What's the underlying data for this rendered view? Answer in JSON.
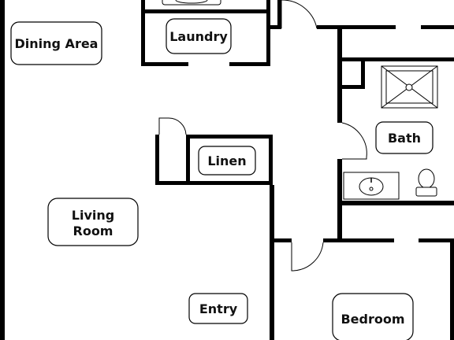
{
  "rooms": {
    "dining_area": "Dining Area",
    "laundry": "Laundry",
    "linen": "Linen",
    "bath": "Bath",
    "living_room_line1": "Living",
    "living_room_line2": "Room",
    "entry": "Entry",
    "bedroom": "Bedroom"
  },
  "colors": {
    "wall": "#000000",
    "background": "#ffffff"
  },
  "icons": [
    "shower-icon",
    "sink-icon",
    "toilet-icon",
    "washer-icon"
  ]
}
